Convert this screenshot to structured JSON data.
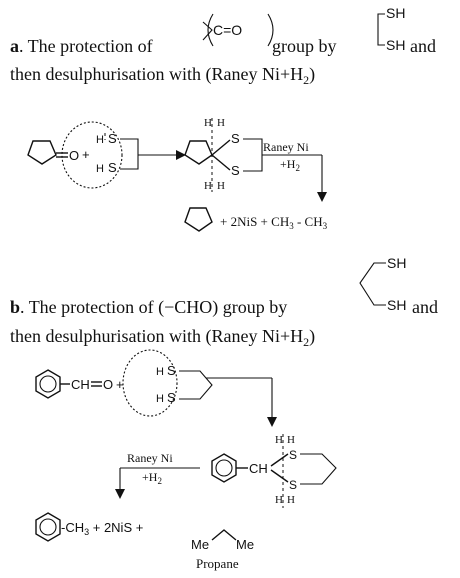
{
  "section_a": {
    "prefix": "a",
    "line1_text": ". The protection of",
    "carbonyl_label": "C=O",
    "group_by": "group by",
    "and": "and",
    "reagent_top": "SH",
    "reagent_bottom": "SH",
    "line2": "then desulphurisation with (Raney Ni+H",
    "line2_sub": "2",
    "line2_end": ")",
    "scheme": {
      "ketone_o": "O",
      "plus": "+",
      "hs_top": "H",
      "hs_top_s": "S",
      "hs_bottom": "H",
      "hs_bottom_s": "S",
      "ketal_h1": "H",
      "ketal_h2": "H",
      "ketal_s1": "S",
      "ketal_s2": "S",
      "ketal_h3": "H",
      "ketal_h4": "H",
      "raney": "Raney Ni",
      "h2": "+H",
      "h2_sub": "2",
      "products": "+ 2NiS + CH",
      "products_sub1": "3",
      "products_mid": " - CH",
      "products_sub2": "3"
    }
  },
  "section_b": {
    "prefix": "b",
    "line1_text": ". The protection of (−CHO) group by",
    "and": "and",
    "reagent_top": "SH",
    "reagent_bottom": "SH",
    "line2": "then desulphurisation with (Raney Ni+H",
    "line2_sub": "2",
    "line2_end": ")",
    "scheme": {
      "ch_eq_o": "CH",
      "o": "O",
      "plus": "+",
      "hs_top": "H",
      "hs_top_s": "S",
      "hs_bottom": "H",
      "hs_bottom_s": "S",
      "raney": "Raney Ni",
      "h2": "+H",
      "h2_sub": "2",
      "acetal_ch": "CH",
      "acetal_s1": "S",
      "acetal_s2": "S",
      "acetal_h1": "H",
      "acetal_h2": "H",
      "acetal_h3": "H",
      "acetal_h4": "H",
      "product_ch3": "-CH",
      "product_ch3_sub": "3",
      "product_rest": " + 2NiS +",
      "me1": "Me",
      "me2": "Me",
      "propane": "Propane"
    }
  }
}
